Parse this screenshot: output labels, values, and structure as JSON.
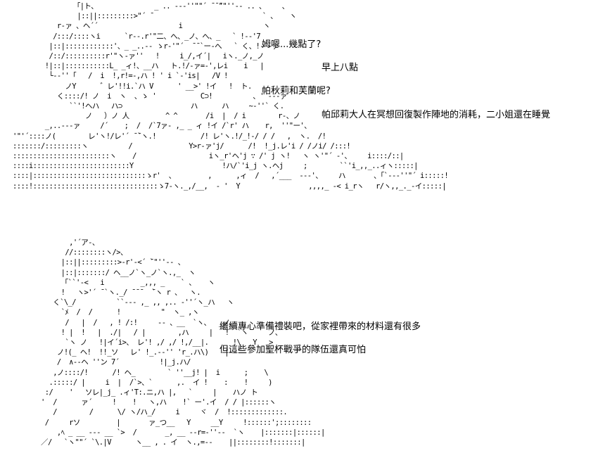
{
  "panel_1": {
    "ascii_art": "               「|ト、              _ .. -‐‐''\"\"´ ̄ ̄ ̄\"\"''‐- .. 、    、\n                |::||:::::::::>\"´ ̄                            ` 、   ヽ\n           r‐ァ 、ヘ´´                    i                    ヽ\n          /:::/::::ヽi      `r‐-.r'\"二、へ、_ノ、へ、_   ` !-‐'7\n         |::|::::::::::::'、_ _..-‐ ゝr‐'\"´  ̄ ̄ `ー‐へ   ` く、!‐'‐ァ\n         /::/::::::::::r'\"ヽ-ァ''   !     i_/,イ´|   iヽ._ノ,_ノ\n        !|::|:::::::::::L_ _ィ!、__ハ   ト.!/‐ァ=-',レi    i   |\n         └‐‐''「   /  i  !,r!=-,ハ ! ' i `-'is|   /V !\n             ノY      ゛レ'!!i.`ハ V      ' __>' !イ   !  ト.\n           く::::/! ノ  i  ヽ  、ゝ '           C⊃!          、' ‐-‐ァ\n              ``'!ヘハ   ハ⊃                 ハ      ハ     ~‐''` く.\n                  ノ   ）ノ 人         ^ ^       /i  |  / i        r-、ノ\n        _,..--‐ァ     /´    ;  /  /`7ァ‐ ,_ _ ィ !イ /`r' ハ    r,  ''\"ー'、\n'\"'´::::ノ(        レ'ヽ!/レ'´ ̄ ̄`ヽ.!           /! レ'ヽ.!/_!-/ / /   ,  ヽ.  /!\n:::::::/:::::::::ヽ          /              Y>r‐ァ'j/      /!  !_j.レ'i / /ノi/ /:::!\n::::::::::::::::::::::::ヽ    /                  iヽ_r'ヘ'j ∵ /' j ヽ!   ヽ ヽ'\"´ -'、    i::::/::|\n::::i::::::::::::::::::::::::Y                      !ハ/`'i_j ヽ.ヘj     ;        ``'i_,,_..ィヽ:::::|\n::::|::::::::::::::::::::::::::::ゝr'  、        ,      ,ィ  /   ,´___  ‐‐‐'、    ハ       、「`‐‐‐''\"´ i:::::!\n::::!:::::::::::::::::::::::::::::::ゝ7‐ヽ._,/__,  ‐ '  Y                 ,,,,_ ‐< i_rヽ   r/ヽ,,_._-イ:::::|",
    "lines": [
      "姆嗯...幾點了?",
      "早上八點",
      "帕秋莉和芙蘭呢?",
      "帕邱莉大人在冥想回復製作陣地的消耗，二小姐還在睡覺"
    ]
  },
  "panel_2": {
    "ascii_art": "              ,'´ア‐、\n             //::::::::ヽ/>、\n            |::||:::::::::>-r'-<´ ̄`\"''-- 、\n            |::|:::::::/ ヘ__ノ`ヽ_ノ`ヽ.,_  ヽ\n            「``'-<   i         _,,, _    ` 、   ヽ\n            !   ヽ>'´ ̄ `ヽ._/ ̄ ̄ ̄   ̄`ヽ r 、  ヽ.\n          く`\\_/          ``-‐- ,_ ,, ,.. ‐''´ヽ_ハ   ヽ\n            `ﾒ  /  /      !          \"  ヽ_ ,ヽ\n             /   |  /   , ! /:!     ‐- 、__  `ヽ、  _ノ、\n            ! |  !   |  ./|   / |        ,ハ     |   !  `ヽ     ノ、\n             `ヽ ノ   !|イ´i>、 レ'! ,/ ,/ !,/__|.      !\\   Y   >\n           ノ!(_ ヘ!  !!_ソ   レ' !_.-‐'' 'r_.ハ\\)    |-‐'\n           /  ∧‐-ヘ ''ン 7´          !|_j.ハ/\n          ,ノ::::/!      /! ヘ_        ` ''__j! |  i      ;    \\\n         .:::::/ |     i  |  /`>、`      ,.  イ !    :    !     )\n        :/    '   ソレ|_j_ .ィ'T:.ニ,ハ |,   `     |    ハノ ト\n       '  /      ァ´     !    !   ヽ,ハ    !` ー'.イ  / / |::::::ヽ\n          /        /      \\/ ヽ/ハ_/     i     ヾ  /  !:::::::::::::.\n        /     rソ         |       ァ_つ__   Y     __Y     !::::::';::::::::\n           ,ﾍ _ __ ‐‐‐ __ `>  /       _, __ ‐‐r=‐''‐‐  `ヽ    |:::::::|::::::|\n       ／/   `ヽ\"\"´ `\\.|V      ヽ__ , . イ  ヽ.,=‐-    ||::::::::!:::::::|",
    "lines": [
      "繼續專心準備禮裝吧，從家裡帶來的材料還有很多",
      "但這些參加聖杯戰爭的隊伍還真可怕"
    ]
  }
}
